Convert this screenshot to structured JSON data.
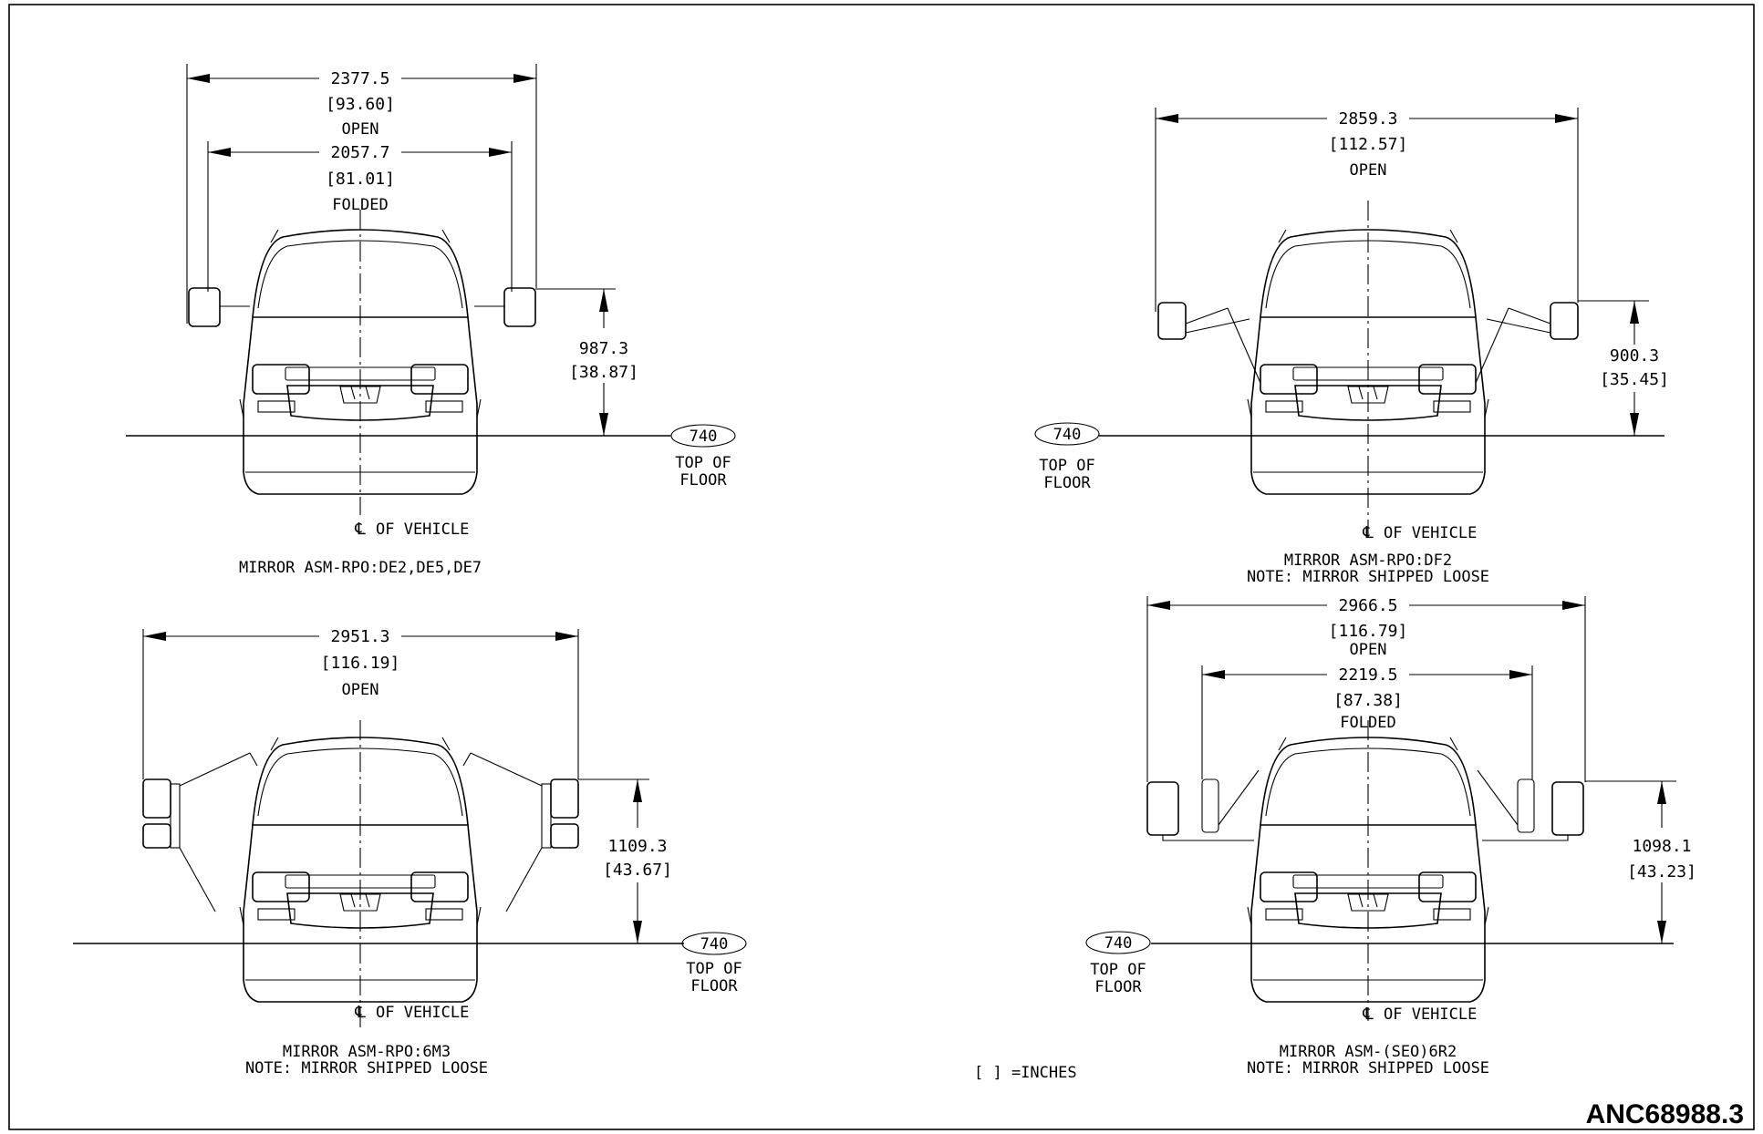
{
  "reference_id": "ANC68988.3",
  "legend": "[ ] =INCHES",
  "views": [
    {
      "caption_1": "MIRROR ASM-RPO:DE2,DE5,DE7",
      "caption_2": "",
      "dims": [
        {
          "mm": "2377.5",
          "in": "[93.60]",
          "state": "OPEN"
        },
        {
          "mm": "2057.7",
          "in": "[81.01]",
          "state": "FOLDED"
        }
      ],
      "height_mm": "987.3",
      "height_in": "[38.87]",
      "floor_code": "740",
      "floor_label_1": "TOP OF",
      "floor_label_2": "FLOOR",
      "centerline_label": "OF VEHICLE"
    },
    {
      "caption_1": "MIRROR ASM-RPO:DF2",
      "caption_2": "NOTE: MIRROR SHIPPED LOOSE",
      "dims": [
        {
          "mm": "2859.3",
          "in": "[112.57]",
          "state": "OPEN"
        }
      ],
      "height_mm": "900.3",
      "height_in": "[35.45]",
      "floor_code": "740",
      "floor_label_1": "TOP OF",
      "floor_label_2": "FLOOR",
      "centerline_label": "OF VEHICLE"
    },
    {
      "caption_1": "MIRROR ASM-RPO:6M3",
      "caption_2": "NOTE: MIRROR SHIPPED LOOSE",
      "dims": [
        {
          "mm": "2951.3",
          "in": "[116.19]",
          "state": "OPEN"
        }
      ],
      "height_mm": "1109.3",
      "height_in": "[43.67]",
      "floor_code": "740",
      "floor_label_1": "TOP OF",
      "floor_label_2": "FLOOR",
      "centerline_label": "OF VEHICLE"
    },
    {
      "caption_1": "MIRROR ASM-(SEO)6R2",
      "caption_2": "NOTE: MIRROR SHIPPED LOOSE",
      "dims": [
        {
          "mm": "2966.5",
          "in": "[116.79]",
          "state": "OPEN"
        },
        {
          "mm": "2219.5",
          "in": "[87.38]",
          "state": "FOLDED"
        }
      ],
      "height_mm": "1098.1",
      "height_in": "[43.23]",
      "floor_code": "740",
      "floor_label_1": "TOP OF",
      "floor_label_2": "FLOOR",
      "centerline_label": "OF VEHICLE"
    }
  ]
}
